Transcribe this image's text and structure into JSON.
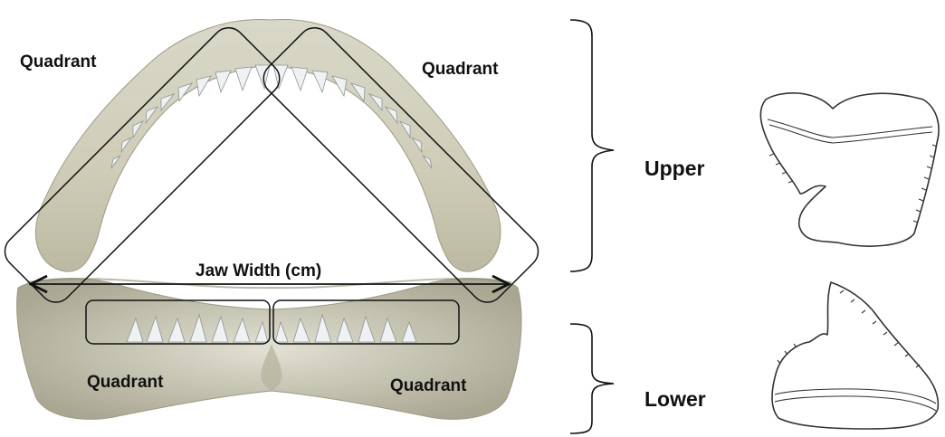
{
  "labels": {
    "quadrant_upper_left": "Quadrant",
    "quadrant_upper_right": "Quadrant",
    "quadrant_lower_left": "Quadrant",
    "quadrant_lower_right": "Quadrant",
    "jaw_width": "Jaw Width (cm)",
    "upper": "Upper",
    "lower": "Lower"
  },
  "colors": {
    "bone": "#d8d6c4",
    "bone_shadow": "#a9a792",
    "teeth": "#eef2f2",
    "line": "#111111"
  },
  "icons": {
    "jaw_photo": "shark-jaw-photo",
    "upper_tooth": "shark-tooth-drawing-upper",
    "lower_tooth": "shark-tooth-drawing-lower"
  }
}
